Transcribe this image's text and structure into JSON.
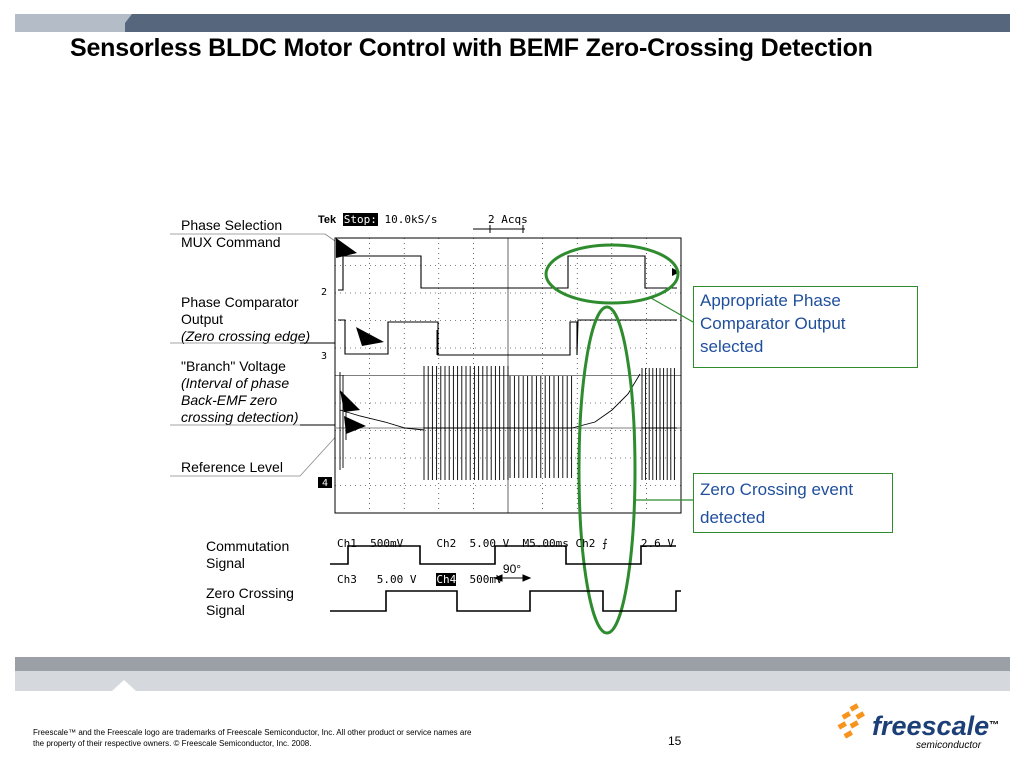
{
  "slide": {
    "title": "Sensorless BLDC Motor Control with BEMF Zero-Crossing Detection",
    "page_number": "15"
  },
  "labels": {
    "phase_selection": [
      "Phase Selection",
      "MUX Command"
    ],
    "phase_comparator": [
      "Phase Comparator",
      "Output"
    ],
    "phase_comparator_note": "(Zero crossing edge)",
    "branch_voltage": "\"Branch\" Voltage",
    "branch_voltage_note": [
      "(Interval of phase",
      "Back-EMF zero",
      "crossing detection)"
    ],
    "reference_level": "Reference Level",
    "commutation": [
      "Commutation",
      "Signal"
    ],
    "zero_crossing": [
      "Zero Crossing",
      "Signal"
    ],
    "angle": "90°"
  },
  "callouts": {
    "phase_output": [
      "Appropriate Phase",
      "Comparator Output",
      "selected"
    ],
    "zero_crossing_event": [
      "Zero Crossing event",
      "detected"
    ]
  },
  "scope": {
    "brand": "Tek",
    "state": "Stop:",
    "rate": "10.0kS/s",
    "acqs": "2 Acqs",
    "ch_markers": [
      "2",
      "3",
      "4"
    ],
    "ch1": "Ch1",
    "ch1_scale": "500mV",
    "ch2": "Ch2",
    "ch2_scale": "5.00 V",
    "ch3": "Ch3",
    "ch3_scale": "5.00 V",
    "ch4": "Ch4",
    "ch4_scale": "500mV",
    "timebase": "M5.00ms",
    "trigger_ch": "Ch2",
    "trigger_level": "2.6 V"
  },
  "footer": {
    "legal_line1": "Freescale™ and the Freescale logo are trademarks of Freescale Semiconductor, Inc. All other product or service names are",
    "legal_line2": "the property of their respective owners. © Freescale Semiconductor, Inc. 2008.",
    "logo_word": "freescale",
    "logo_tm": "™",
    "logo_sub": "semiconductor"
  },
  "colors": {
    "header_bar": "#56677d",
    "header_bar_light": "#b3bcc7",
    "footer_bar": "#9aa0a6",
    "footer_bar_light": "#d5d9dd",
    "callout_green": "#2e8b2e",
    "callout_text": "#1f4f9c",
    "logo_orange": "#f7941d"
  }
}
